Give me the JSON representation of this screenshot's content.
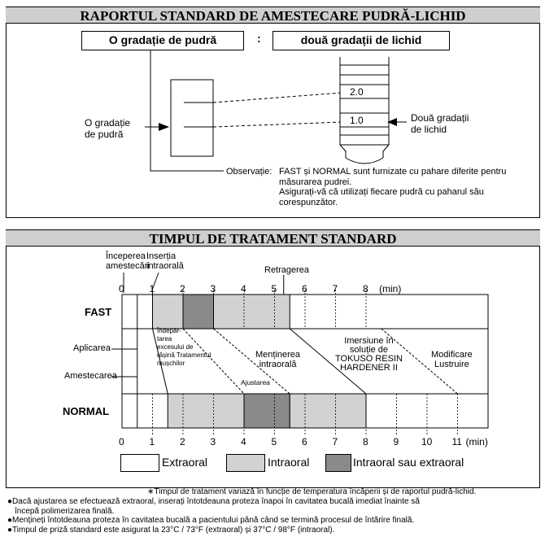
{
  "section1": {
    "title": "RAPORTUL STANDARD DE AMESTECARE PUDRĂ-LICHID",
    "powder_box": "O gradație de pudră",
    "colon": ":",
    "liquid_box": "două gradații de lichid",
    "left_label": [
      "O gradație",
      "de pudră"
    ],
    "right_label": [
      "Două gradații",
      "de lichid"
    ],
    "scale_marks": [
      "2.0",
      "1.0"
    ],
    "note_prefix": "Observație:",
    "note_lines": [
      "FAST și NORMAL sunt furnizate cu pahare diferite pentru",
      "măsurarea pudrei.",
      "Asigurați-vă că utilizați fiecare pudră cu paharul său",
      "corespunzător."
    ]
  },
  "section2": {
    "title": "TIMPUL DE TRATAMENT STANDARD",
    "top_labels": {
      "start": [
        "Începerea",
        "amestecări"
      ],
      "insert": [
        "Inserția",
        "intraorală"
      ],
      "remove": "Retragerea"
    },
    "top_ticks": [
      "0",
      "1",
      "2",
      "3",
      "4",
      "5",
      "6",
      "7",
      "8"
    ],
    "bottom_ticks": [
      "0",
      "1",
      "2",
      "3",
      "4",
      "5",
      "6",
      "7",
      "8",
      "9",
      "10",
      "11"
    ],
    "unit": "(min)",
    "row_fast": "FAST",
    "row_normal": "NORMAL",
    "side_labels": [
      "Aplicarea",
      "Amestecarea"
    ],
    "step_excess": [
      "Îndepăr-",
      "tarea",
      "excesului de",
      "rășină Tratamentul",
      "mușchilor"
    ],
    "step_adjust": "Ajustarea",
    "step_keep": [
      "Menținerea",
      "intraorală"
    ],
    "step_immersion": [
      "Imersiune în",
      "soluție de",
      "TOKUSO RESIN",
      "HARDENER II"
    ],
    "step_polish": [
      "Modificare",
      "Lustruire"
    ],
    "legend": [
      "Extraoral",
      "Intraoral",
      "Intraoral sau extraoral"
    ],
    "colors": {
      "intraoral": "#d2d2d2",
      "either": "#8a8a8a",
      "header": "#cfcfcf"
    }
  },
  "footnotes": [
    "∗Timpul de tratament variază în funcție de temperatura încăperii și de raportul pudră-lichid.",
    "●Dacă ajustarea se efectuează extraoral, inserați întotdeauna proteza înapoi în cavitatea bucală imediat înainte să",
    "începă polimerizarea finală.",
    "●Mențineți întotdeauna proteza în cavitatea bucală a pacientului până când se termină procesul de întărire finală.",
    "●Timpul de priză standard este asigurat la 23°C / 73°F (extraoral) și 37°C / 98°F (intraoral)."
  ]
}
